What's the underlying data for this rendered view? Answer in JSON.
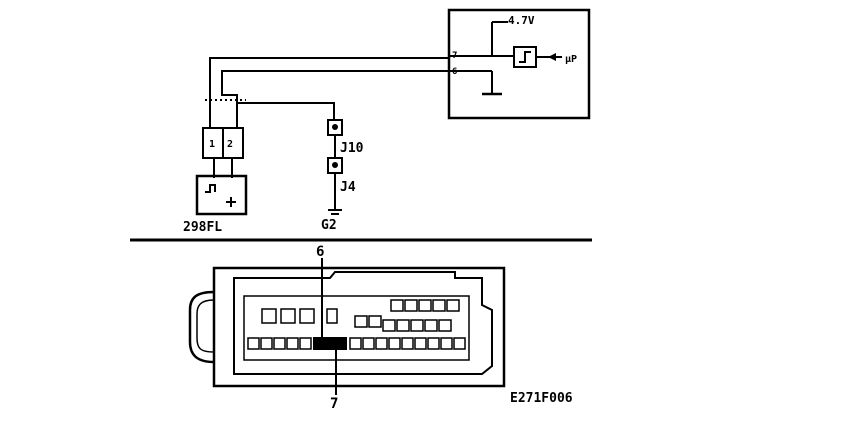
{
  "module": {
    "title": "",
    "supply_voltage": "4.7V",
    "pin_upper": "7",
    "pin_lower": "6",
    "output_symbol": "µP"
  },
  "sensor": {
    "name": "298FL",
    "pin_left": "1",
    "pin_right": "2"
  },
  "ground_path": {
    "connector_upper": "J10",
    "connector_lower": "J4",
    "ground": "G2"
  },
  "connector": {
    "upper_pin_label": "6",
    "lower_pin_label": "7"
  },
  "figure_code": "E271F006"
}
